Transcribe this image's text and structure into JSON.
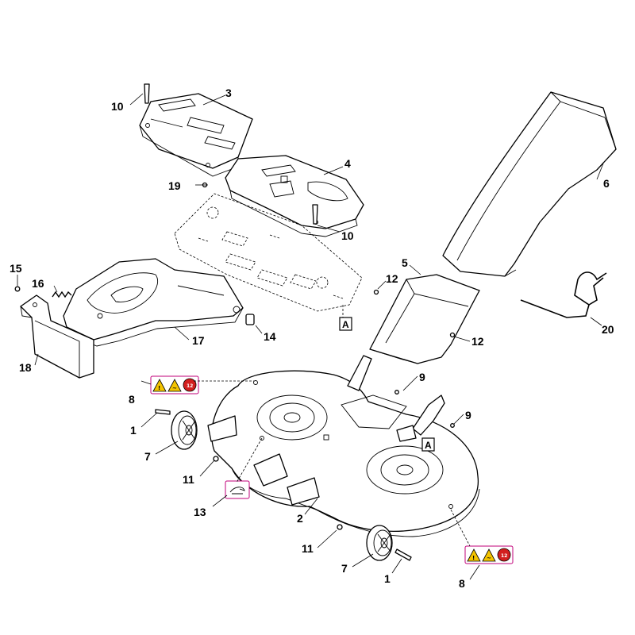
{
  "callouts": {
    "c1a": "1",
    "c1b": "1",
    "c2": "2",
    "c3": "3",
    "c4": "4",
    "c5": "5",
    "c6": "6",
    "c7a": "7",
    "c7b": "7",
    "c8a": "8",
    "c8b": "8",
    "c9a": "9",
    "c9b": "9",
    "c10a": "10",
    "c10b": "10",
    "c11a": "11",
    "c11b": "11",
    "c12a": "12",
    "c12b": "12",
    "c13": "13",
    "c14": "14",
    "c15": "15",
    "c16": "16",
    "c17": "17",
    "c18": "18",
    "c19": "19",
    "c20": "20"
  },
  "refs": {
    "a1": "A",
    "a2": "A"
  },
  "label_icons": {
    "warning": "warning-triangle-icon",
    "caution": "caution-triangle-icon",
    "prohibit": "prohibition-circle-icon"
  },
  "colors": {
    "warning_yellow": "#f4c400",
    "prohibit_red": "#d21f1f",
    "label_frame": "#c0007a"
  }
}
